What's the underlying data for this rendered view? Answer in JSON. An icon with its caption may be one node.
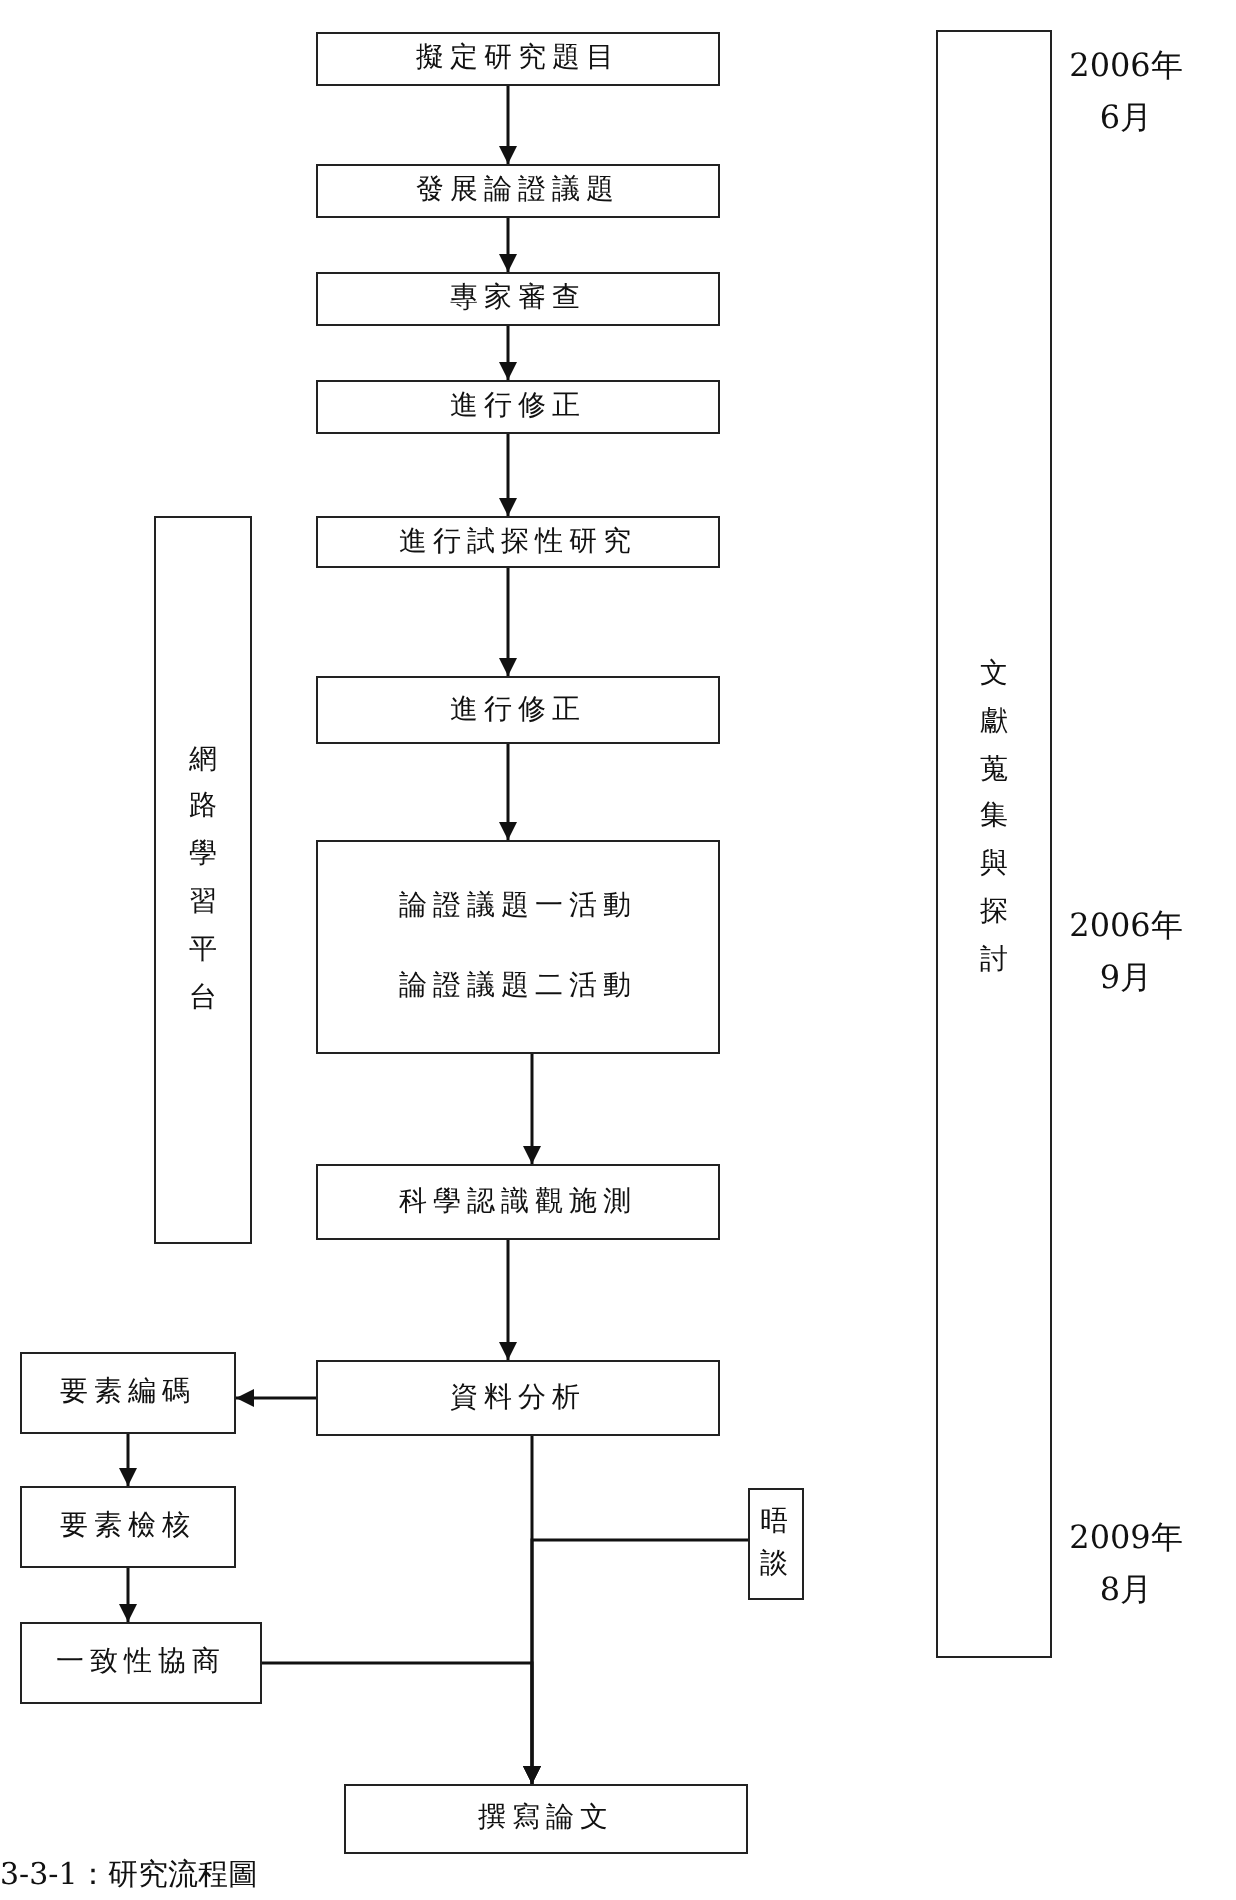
{
  "diagram": {
    "caption": "3-3-1：研究流程圖",
    "nodes": [
      {
        "text": [
          "擬定研究題目"
        ]
      },
      {
        "text": [
          "發展論證議題"
        ]
      },
      {
        "text": [
          "專家審查"
        ]
      },
      {
        "text": [
          "進行修正"
        ]
      },
      {
        "text": [
          "進行試探性研究"
        ]
      },
      {
        "text": [
          "進行修正"
        ]
      },
      {
        "text": [
          "論證議題一活動",
          "論證議題二活動"
        ]
      },
      {
        "text": [
          "科學認識觀施測"
        ]
      },
      {
        "text": [
          "資料分析"
        ]
      },
      {
        "text": [
          "要素編碼"
        ]
      },
      {
        "text": [
          "要素檢核"
        ]
      },
      {
        "text": [
          "一致性協商"
        ]
      },
      {
        "text": [
          "晤談"
        ]
      },
      {
        "text": [
          "撰寫論文"
        ]
      },
      {
        "text": [
          "網路學習平台"
        ]
      },
      {
        "text": [
          "文獻蒐集與探討"
        ]
      }
    ],
    "edges": [
      {
        "from": 0,
        "to": 1,
        "arrow": "to"
      },
      {
        "from": 1,
        "to": 2,
        "arrow": "to"
      },
      {
        "from": 2,
        "to": 3,
        "arrow": "to"
      },
      {
        "from": 3,
        "to": 4,
        "arrow": "to"
      },
      {
        "from": 4,
        "to": 5,
        "arrow": "to"
      },
      {
        "from": 5,
        "to": 6,
        "arrow": "to"
      },
      {
        "from": 6,
        "to": 7,
        "arrow": "to"
      },
      {
        "from": 7,
        "to": 8,
        "arrow": "to"
      },
      {
        "from": 8,
        "to": 9,
        "arrow": "to"
      },
      {
        "from": 9,
        "to": 10,
        "arrow": "to"
      },
      {
        "from": 10,
        "to": 11,
        "arrow": "to"
      },
      {
        "from": 8,
        "to": 13,
        "arrow": "to"
      },
      {
        "from": 12,
        "to": 13,
        "arrow": "to"
      },
      {
        "from": 11,
        "to": 13,
        "arrow": "to"
      }
    ],
    "labels": [
      "2006年6月",
      "2006年9月",
      "2009年8月"
    ]
  }
}
